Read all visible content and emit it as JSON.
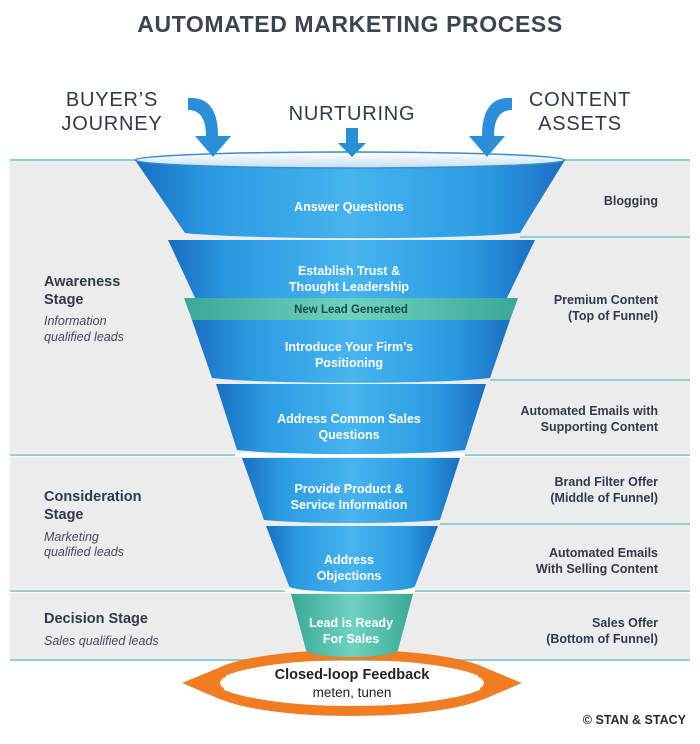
{
  "title": "AUTOMATED MARKETING PROCESS",
  "headers": {
    "left": [
      "BUYER’S",
      "JOURNEY"
    ],
    "center": "NURTURING",
    "right": [
      "CONTENT",
      "ASSETS"
    ]
  },
  "stages": [
    {
      "name": [
        "Awareness",
        "Stage"
      ],
      "sub": [
        "Information",
        "qualified leads"
      ]
    },
    {
      "name": [
        "Consideration",
        "Stage"
      ],
      "sub": [
        "Marketing",
        "qualified leads"
      ]
    },
    {
      "name": [
        "Decision Stage"
      ],
      "sub": [
        "Sales qualified leads"
      ]
    }
  ],
  "funnel_segments": [
    [
      "Answer Questions"
    ],
    [
      "Establish Trust &",
      "Thought Leadership"
    ],
    [
      "Introduce Your Firm’s",
      "Positioning"
    ],
    [
      "Address Common Sales",
      "Questions"
    ],
    [
      "Provide Product &",
      "Service Information"
    ],
    [
      "Address",
      "Objections"
    ],
    [
      "Lead is Ready",
      "For Sales"
    ]
  ],
  "lead_band": "New Lead Generated",
  "assets": [
    [
      "Blogging"
    ],
    [
      "Premium Content",
      "(Top of Funnel)"
    ],
    [
      "Automated Emails with",
      "Supporting Content"
    ],
    [
      "Brand Filter Offer",
      "(Middle of Funnel)"
    ],
    [
      "Automated Emails",
      "With Selling Content"
    ],
    [
      "Sales Offer",
      "(Bottom of Funnel)"
    ]
  ],
  "feedback": {
    "line1": "Closed-loop Feedback",
    "line2": "meten, tunen"
  },
  "copyright": "© STAN & STACY",
  "colors": {
    "funnel_blue": "#1f8ad6",
    "funnel_blue_light": "#45b2ec",
    "lead_teal": "#55c3b0",
    "arrow_blue": "#2a8fd8",
    "feedback_orange": "#f07d22",
    "band_gray": "#ececec",
    "divider_teal": "#8fcfcf",
    "text_dark": "#2f3a4c"
  }
}
